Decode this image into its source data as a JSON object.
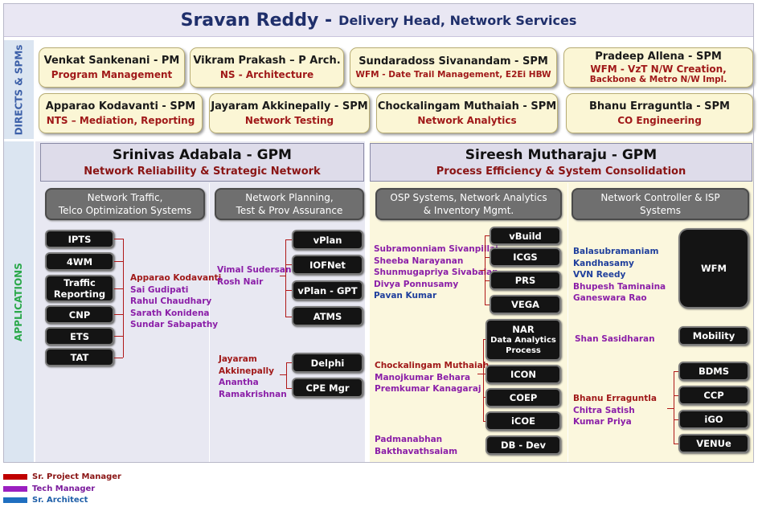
{
  "header": {
    "name": "Sravan Reddy - ",
    "role": "Delivery Head, Network Services"
  },
  "bands": {
    "directs": "DIRECTS & SPMs",
    "applications": "APPLICATIONS"
  },
  "directs": [
    {
      "name": "Venkat Sankenani - PM",
      "role": "Program Management"
    },
    {
      "name": "Vikram Prakash – P Arch.",
      "role": "NS - Architecture"
    },
    {
      "name": "Sundaradoss Sivanandam - SPM",
      "role": "WFM - Date Trail Management, E2Ei HBW"
    },
    {
      "name": "Pradeep Allena - SPM",
      "role": "WFM - VzT N/W Creation,",
      "role2": "Backbone & Metro N/W Impl."
    },
    {
      "name": "Apparao Kodavanti - SPM",
      "role": "NTS – Mediation, Reporting"
    },
    {
      "name": "Jayaram Akkinepally - SPM",
      "role": "Network Testing"
    },
    {
      "name": "Chockalingam Muthaiah - SPM",
      "role": "Network Analytics"
    },
    {
      "name": "Bhanu Erraguntla - SPM",
      "role": "CO Engineering"
    }
  ],
  "gpm_left": {
    "name": "Srinivas Adabala - GPM",
    "role": "Network Reliability & Strategic Network"
  },
  "gpm_right": {
    "name": "Sireesh Mutharaju - GPM",
    "role": "Process Efficiency & System Consolidation"
  },
  "categories": {
    "c1": "Network Traffic,\nTelco Optimization Systems",
    "c2": "Network Planning,\nTest & Prov Assurance",
    "c3": "OSP Systems, Network Analytics\n& Inventory Mgmt.",
    "c4": "Network Controller & ISP\nSystems"
  },
  "systems": {
    "ipts": "IPTS",
    "4wm": "4WM",
    "traffic": "Traffic\nReporting",
    "cnp": "CNP",
    "ets": "ETS",
    "tat": "TAT",
    "vplan": "vPlan",
    "iofnet": "IOFNet",
    "vplangpt": "vPlan - GPT",
    "atms": "ATMS",
    "delphi": "Delphi",
    "cpemgr": "CPE Mgr",
    "vbuild": "vBuild",
    "icgs": "ICGS",
    "prs": "PRS",
    "vega": "VEGA",
    "nar_title": "NAR",
    "nar_sub": "Data Analytics\nProcess",
    "icon": "ICON",
    "coep": "COEP",
    "icoe": "iCOE",
    "dbdev": "DB - Dev",
    "wfm": "WFM",
    "mobility": "Mobility",
    "bdms": "BDMS",
    "ccp": "CCP",
    "igo": "iGO",
    "venue": "VENUe"
  },
  "people": {
    "g1": [
      {
        "t": "Apparao  Kodavanti",
        "r": "spm"
      },
      {
        "t": "Sai Gudipati",
        "r": "tech"
      },
      {
        "t": "Rahul Chaudhary",
        "r": "tech"
      },
      {
        "t": "Sarath Konidena",
        "r": "tech"
      },
      {
        "t": "Sundar Sabapathy",
        "r": "tech"
      }
    ],
    "g2": [
      {
        "t": "Vimal Sudersan",
        "r": "tech"
      },
      {
        "t": "Rosh Nair",
        "r": "tech"
      }
    ],
    "g3": [
      {
        "t": "Jayaram",
        "r": "spm"
      },
      {
        "t": "Akkinepally",
        "r": "spm"
      },
      {
        "t": "Anantha",
        "r": "tech"
      },
      {
        "t": "Ramakrishnan",
        "r": "tech"
      }
    ],
    "g4": [
      {
        "t": "Subramonniam  Sivanpillai",
        "r": "tech"
      },
      {
        "t": "Sheeba Narayanan",
        "r": "tech"
      },
      {
        "t": "Shunmugapriya Sivabalan",
        "r": "tech"
      },
      {
        "t": "Divya Ponnusamy",
        "r": "tech"
      },
      {
        "t": "Pavan Kumar",
        "r": "arch"
      }
    ],
    "g5": [
      {
        "t": "Chockalingam Muthaiah",
        "r": "spm"
      },
      {
        "t": "Manojkumar Behara",
        "r": "tech"
      },
      {
        "t": "Premkumar Kanagaraj",
        "r": "tech"
      }
    ],
    "g6": [
      {
        "t": "Padmanabhan",
        "r": "tech"
      },
      {
        "t": "Bakthavathsaiam",
        "r": "tech"
      }
    ],
    "g7": [
      {
        "t": "Balasubramaniam",
        "r": "arch"
      },
      {
        "t": "Kandhasamy",
        "r": "arch"
      },
      {
        "t": "VVN Reedy",
        "r": "arch"
      },
      {
        "t": "Bhupesh Taminaina",
        "r": "tech"
      },
      {
        "t": "Ganeswara  Rao",
        "r": "tech"
      }
    ],
    "g8": [
      {
        "t": "Shan Sasidharan",
        "r": "tech"
      }
    ],
    "g9": [
      {
        "t": "Bhanu  Erraguntla",
        "r": "spm"
      },
      {
        "t": "Chitra Satish",
        "r": "tech"
      },
      {
        "t": "Kumar Priya",
        "r": "tech"
      }
    ]
  },
  "legend": [
    {
      "label": "Sr. Project Manager",
      "color": "#c00000"
    },
    {
      "label": "Tech Manager",
      "color": "#9b1fc0"
    },
    {
      "label": "Sr. Architect",
      "color": "#1f6fc0"
    }
  ],
  "colors": {
    "spm": "#a01919",
    "tech": "#8b1fa8",
    "arch": "#1f3f9c"
  }
}
